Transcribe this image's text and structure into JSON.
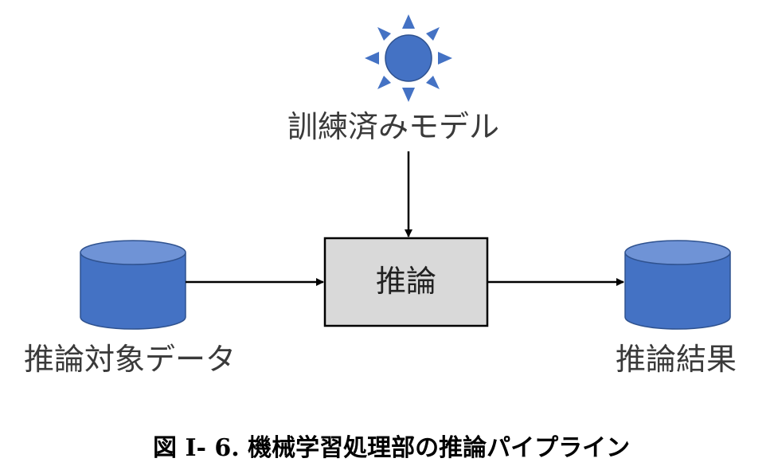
{
  "diagram": {
    "model_label": "訓練済みモデル",
    "process_label": "推論",
    "input_label": "推論対象データ",
    "output_label": "推論結果"
  },
  "caption": "図 I- 6. 機械学習処理部の推論パイプライン",
  "colors": {
    "database_fill": "#4472C4",
    "database_top": "#6f93d6",
    "database_stroke": "#2f528f",
    "sun_fill": "#4472C4",
    "process_fill": "#d9d9d9",
    "arrow": "#000000"
  },
  "icons": {
    "model": "sun-icon",
    "input": "database-icon",
    "output": "database-icon"
  }
}
